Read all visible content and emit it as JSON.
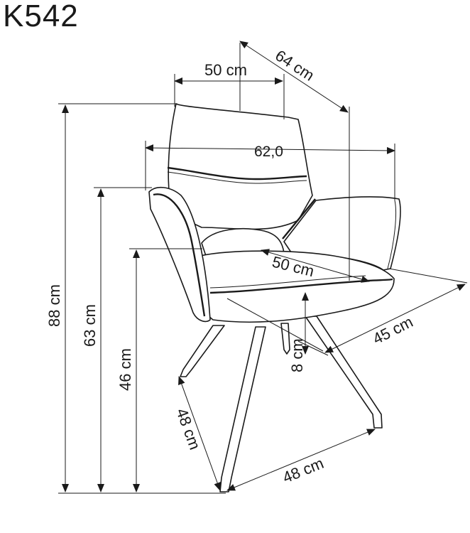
{
  "title": "K542",
  "dimensions": {
    "back_width": "50 cm",
    "depth_top": "64 cm",
    "arm_width": "62,0",
    "total_height": "88 cm",
    "arm_height": "63 cm",
    "seat_height": "46 cm",
    "seat_width": "50 cm",
    "seat_depth": "45 cm",
    "seat_thickness": "8 cm",
    "base_depth": "48 cm",
    "base_width": "48 cm"
  }
}
